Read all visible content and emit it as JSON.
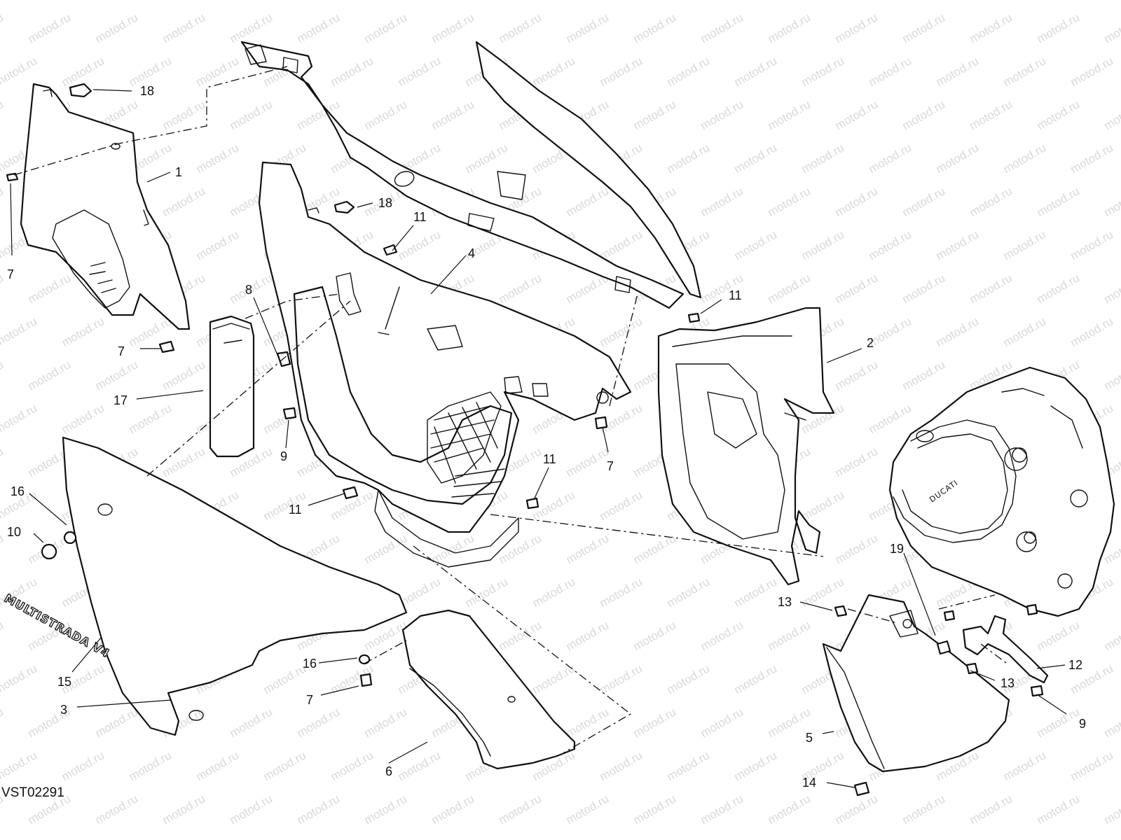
{
  "watermark": {
    "text": "motod.ru"
  },
  "diagram": {
    "code": "VST02291",
    "decal_text": "MULTISTRADA V4",
    "engine_brand": "DUCATI",
    "callouts": [
      "18",
      "1",
      "7",
      "18",
      "11",
      "4",
      "8",
      "11",
      "2",
      "7",
      "17",
      "9",
      "7",
      "16",
      "10",
      "11",
      "11",
      "15",
      "3",
      "16",
      "7",
      "6",
      "19",
      "13",
      "12",
      "13",
      "9",
      "5",
      "14"
    ]
  }
}
